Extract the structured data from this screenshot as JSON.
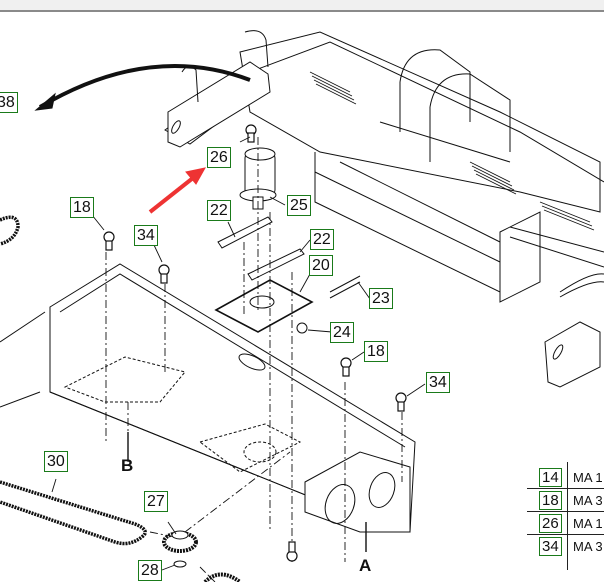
{
  "diagram": {
    "type": "exploded-parts-view",
    "callouts": [
      {
        "id": "c38",
        "label": "38"
      },
      {
        "id": "c26",
        "label": "26"
      },
      {
        "id": "c25",
        "label": "25"
      },
      {
        "id": "c22a",
        "label": "22"
      },
      {
        "id": "c22b",
        "label": "22"
      },
      {
        "id": "c20",
        "label": "20"
      },
      {
        "id": "c23",
        "label": "23"
      },
      {
        "id": "c24",
        "label": "24"
      },
      {
        "id": "c18a",
        "label": "18"
      },
      {
        "id": "c34a",
        "label": "34"
      },
      {
        "id": "c18b",
        "label": "18"
      },
      {
        "id": "c34b",
        "label": "34"
      },
      {
        "id": "c30",
        "label": "30"
      },
      {
        "id": "c27",
        "label": "27"
      },
      {
        "id": "c28",
        "label": "28"
      }
    ],
    "section_letters": {
      "a": "A",
      "b": "B"
    },
    "highlight_arrow_color": "#ee3333",
    "callout_border_color": "#1a7a1a"
  },
  "torque_table": {
    "rows": [
      {
        "part": "14",
        "spec": "MA 1"
      },
      {
        "part": "18",
        "spec": "MA 3"
      },
      {
        "part": "26",
        "spec": "MA 1"
      },
      {
        "part": "34",
        "spec": "MA 3"
      }
    ]
  }
}
